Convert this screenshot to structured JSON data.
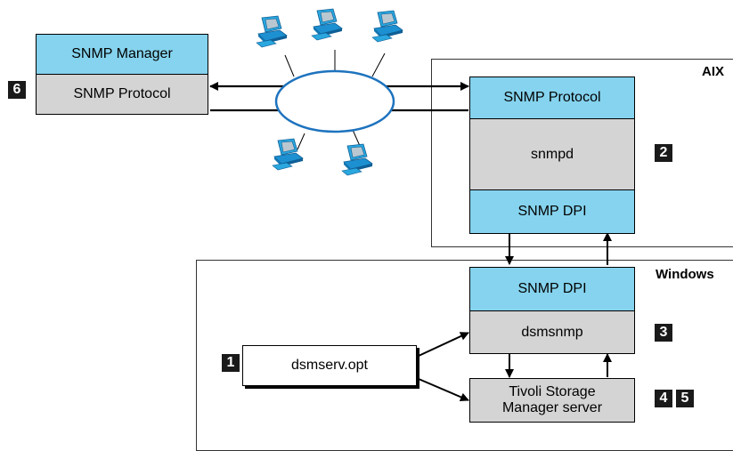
{
  "regions": {
    "aix": "AIX",
    "windows": "Windows"
  },
  "snmp_manager": {
    "title": "SNMP Manager",
    "protocol": "SNMP Protocol"
  },
  "aix_stack": {
    "protocol": "SNMP Protocol",
    "daemon": "snmpd",
    "dpi": "SNMP DPI"
  },
  "windows_stack": {
    "dpi": "SNMP DPI",
    "subagent": "dsmsnmp",
    "server_line1": "Tivoli Storage",
    "server_line2": "Manager server"
  },
  "options_file": "dsmserv.opt",
  "badges": {
    "b1": "1",
    "b2": "2",
    "b3": "3",
    "b4": "4",
    "b5": "5",
    "b6": "6"
  },
  "icons": {
    "workstation": "computer-workstation-icon",
    "network": "network-ellipse"
  },
  "colors": {
    "component_blue": "#85d3ee",
    "component_gray": "#d4d4d4",
    "network_blue": "#1e73be",
    "badge_black": "#1a1a1a"
  }
}
